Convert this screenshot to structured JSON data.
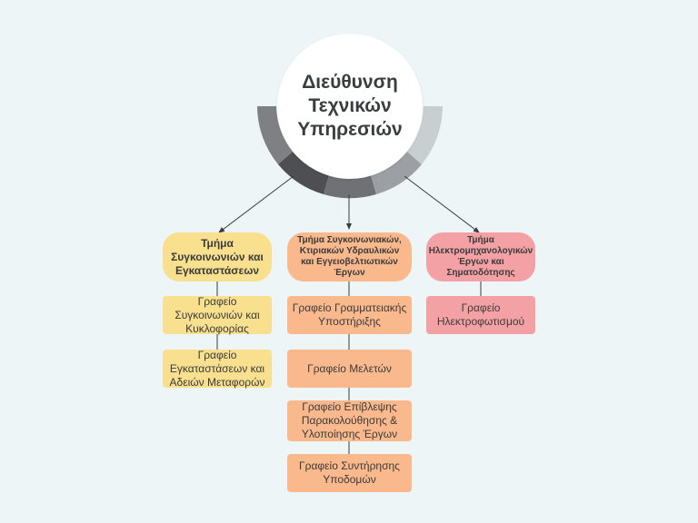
{
  "root": {
    "title": "Διεύθυνση\nΤεχνικών\nΥπηρεσιών"
  },
  "colors": {
    "background": "#eef5f6",
    "yellow": "#f8e08e",
    "orange": "#f9b98c",
    "pink": "#f4a1a5",
    "ring_dark": "#4d4f53",
    "ring_mid": "#7e8084",
    "ring_light": "#c9ced1",
    "connector": "#3b3b3b"
  },
  "departments": [
    {
      "title": "Τμήμα\nΣυγκοινωνιών και\nΕγκαταστάσεων",
      "offices": [
        "Γραφείο\nΣυγκοινωνιών και\nΚυκλοφορίας",
        "Γραφείο\nΕγκαταστάσεων και\nΑδειών Μεταφορών"
      ]
    },
    {
      "title": "Τμήμα Συγκοινωνιακών,\nΚτιριακών Υδραυλικών\nκαι  Εγγειοβελτιωτικών\nΈργων",
      "offices": [
        "Γραφείο Γραμματειακής\nΥποστήριξης",
        "Γραφείο Μελετών",
        "Γραφείο Επίβλεψης\nΠαρακολούθησης &\nΥλοποίησης  Έργων",
        "Γραφείο Συντήρησης\nΥποδομών"
      ]
    },
    {
      "title": "Τμήμα\nΗλεκτρομηχανολογικών\nΈργων και\nΣηματοδότησης",
      "offices": [
        "Γραφείο\nΗλεκτροφωτισμού"
      ]
    }
  ]
}
